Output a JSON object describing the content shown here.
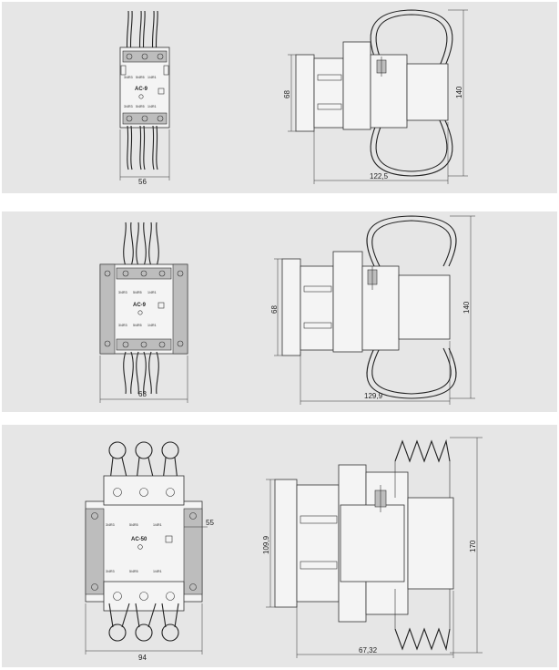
{
  "colors": {
    "panel_bg": "#e6e6e6",
    "line": "#333333"
  },
  "panels": [
    {
      "model": "AC-9",
      "front": {
        "width_label": "56",
        "terminal_labels": [
          "3/4R3",
          "5/4R5",
          "1/4R1",
          "6/4R6"
        ]
      },
      "side": {
        "height_label": "68",
        "total_height_label": "140",
        "depth_label": "122,5"
      }
    },
    {
      "model": "AC-9",
      "front": {
        "width_label": "68",
        "terminal_labels": [
          "3/4R3",
          "5/4R5",
          "1/4R1",
          "6/4R6"
        ]
      },
      "side": {
        "height_label": "68",
        "total_height_label": "140",
        "depth_label": "129,9"
      }
    },
    {
      "model": "AC-50",
      "front": {
        "width_label": "94",
        "height_label": "55",
        "terminal_labels": [
          "3/4R3",
          "5/4R5",
          "1/4R1",
          "6/4R6"
        ]
      },
      "side": {
        "height_label": "109,9",
        "total_height_label": "170",
        "depth_label": "67,32"
      }
    }
  ]
}
